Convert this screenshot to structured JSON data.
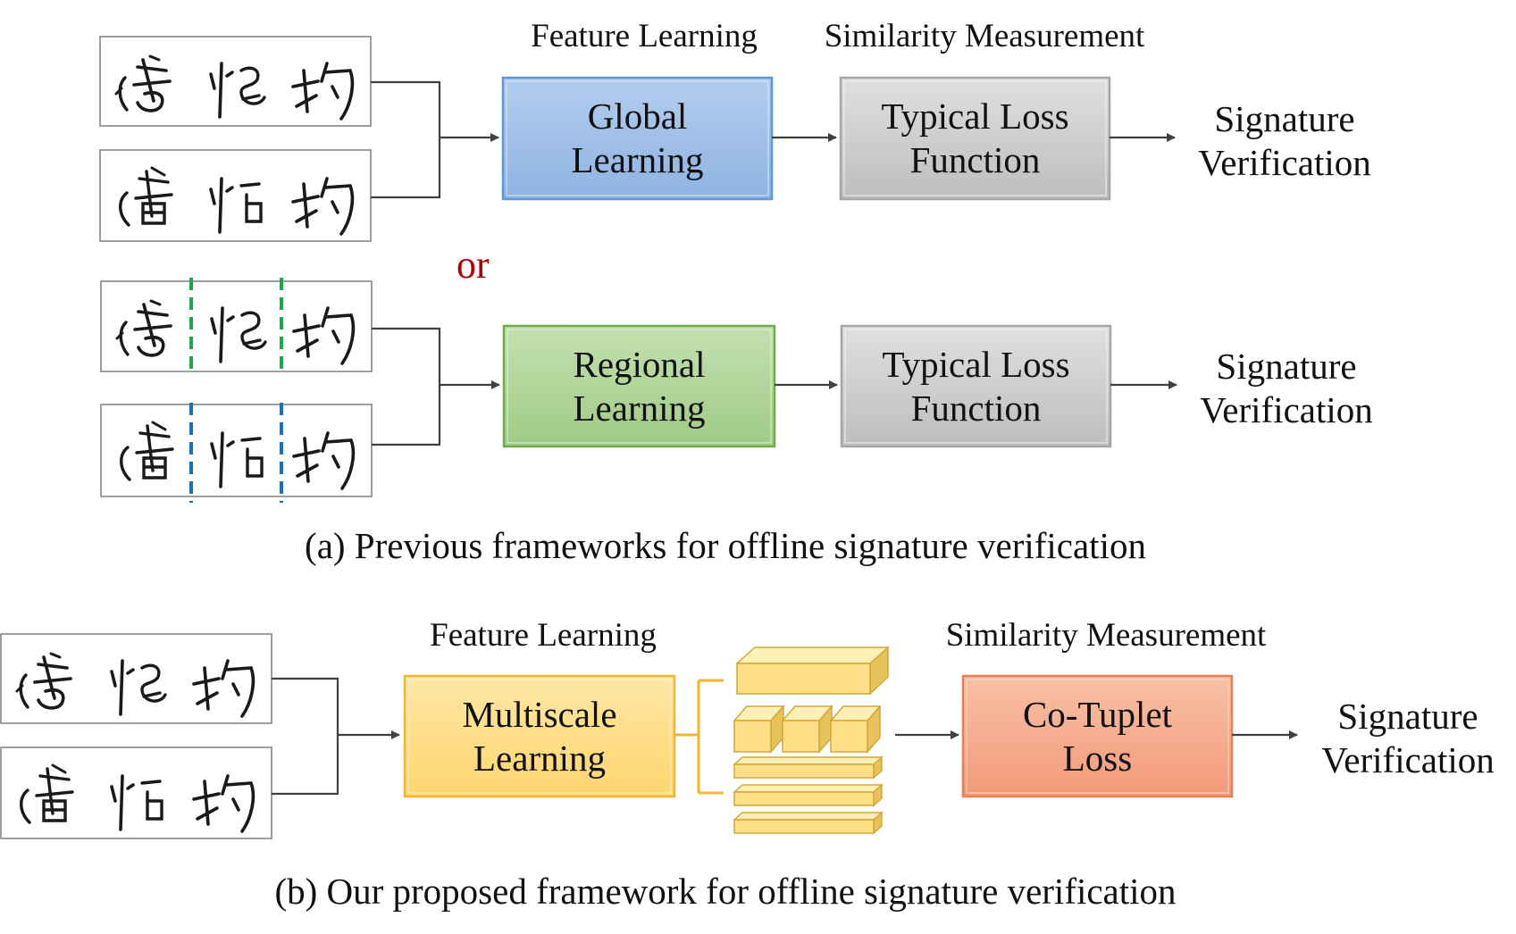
{
  "panel_a": {
    "feature_learning_label": "Feature Learning",
    "similarity_label": "Similarity Measurement",
    "global_box": {
      "line1": "Global",
      "line2": "Learning"
    },
    "loss_box_1": {
      "line1": "Typical Loss",
      "line2": "Function"
    },
    "output_1": {
      "line1": "Signature",
      "line2": "Verification"
    },
    "or_label": "or",
    "regional_box": {
      "line1": "Regional",
      "line2": "Learning"
    },
    "loss_box_2": {
      "line1": "Typical Loss",
      "line2": "Function"
    },
    "output_2": {
      "line1": "Signature",
      "line2": "Verification"
    },
    "caption": "(a) Previous frameworks for offline signature verification"
  },
  "panel_b": {
    "feature_learning_label": "Feature Learning",
    "similarity_label": "Similarity Measurement",
    "multiscale_box": {
      "line1": "Multiscale",
      "line2": "Learning"
    },
    "cotuplet_box": {
      "line1": "Co-Tuplet",
      "line2": "Loss"
    },
    "output": {
      "line1": "Signature",
      "line2": "Verification"
    },
    "caption": "(b) Our proposed framework for offline signature verification"
  },
  "colors": {
    "global_fill": "#a4c3e8",
    "global_border": "#5b9bd5",
    "regional_fill": "#b5d9a0",
    "regional_border": "#70ad47",
    "loss_fill": "#cfcfcf",
    "loss_border": "#a6a6a6",
    "multiscale_fill": "#ffdb84",
    "multiscale_border": "#f2b632",
    "cotuplet_fill": "#f5ab8d",
    "cotuplet_border": "#ed7d54",
    "green_split": "#1ea84a",
    "blue_split": "#1a6fb5",
    "or_color": "#b00000"
  }
}
